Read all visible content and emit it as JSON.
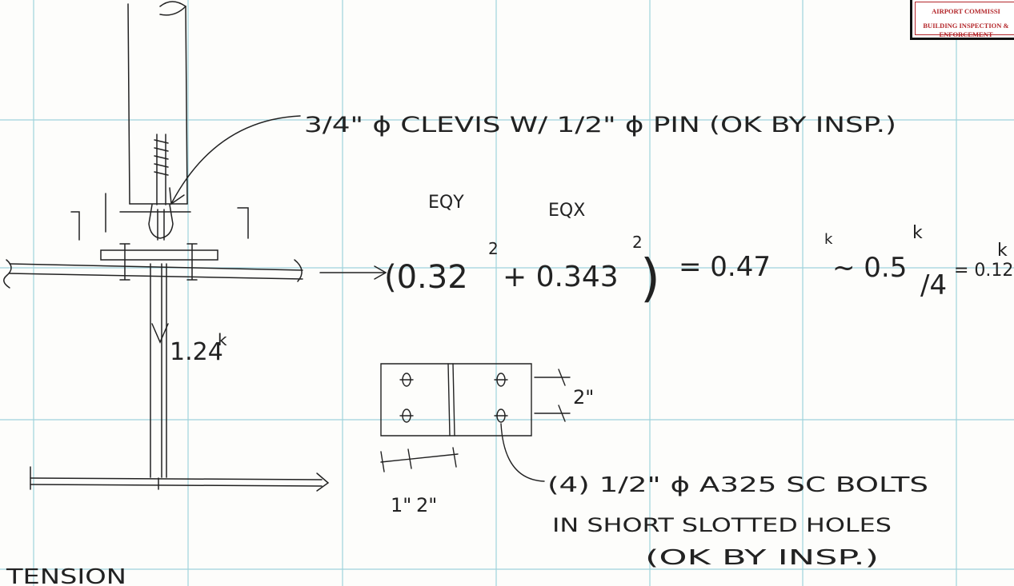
{
  "stamp": {
    "line1": "AIRPORT COMMISSI",
    "line2": "BUILDING INSPECTION &",
    "line3": "ENFORCEMENT"
  },
  "notes": {
    "clevis": "3/4\" ϕ CLEVIS W/ 1/2\" ϕ PIN (OK BY INSP.)",
    "eq_y": "EQY",
    "eq_x": "EQX",
    "eq_open": "(0.32",
    "eq_sq1": "2",
    "eq_plus": "+ 0.343",
    "eq_sq2": "2",
    "eq_close": ")",
    "eq_equals": "= 0.47",
    "eq_k1": "k",
    "eq_approx": "~ 0.5",
    "eq_k2": "k",
    "eq_div": "/4",
    "eq_result": "= 0.12",
    "eq_k3": "k",
    "load": "1.24",
    "load_k": "k",
    "dim_2in": "2\"",
    "dim_1in": "1\"",
    "dim_2in_b": "2\"",
    "bolts_1": "(4) 1/2\" ϕ A325 SC BOLTS",
    "bolts_2": "IN SHORT SLOTTED HOLES",
    "bolts_3": "(OK BY INSP.)",
    "tension": "TENSION"
  },
  "colors": {
    "grid": "#9fd3dc",
    "ink": "#222222",
    "stamp_red": "#b3262a"
  }
}
